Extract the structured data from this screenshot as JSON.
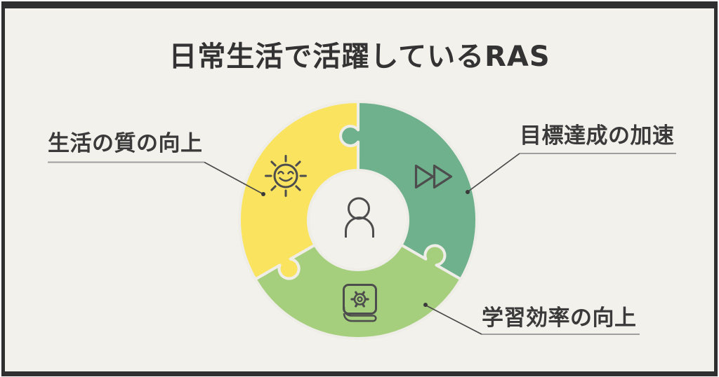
{
  "frame": {
    "border_color": "#2f2f2f",
    "background_color": "#f3f1ec"
  },
  "title": {
    "text": "日常生活で活躍しているRAS",
    "color": "#333333"
  },
  "puzzle": {
    "type": "3-piece-puzzle-ring",
    "center_icon": "person-outline",
    "icon_stroke_color": "#4d4d4d",
    "seam_color": "#eeede7",
    "pieces": [
      {
        "id": "quality-of-life",
        "label": "生活の質の向上",
        "icon": "smiling-sun-icon",
        "color": "#fae45f",
        "position": "top-left"
      },
      {
        "id": "goal-achievement",
        "label": "目標達成の加速",
        "icon": "fast-forward-icon",
        "color": "#6fb18c",
        "position": "right"
      },
      {
        "id": "learning-efficiency",
        "label": "学習効率の向上",
        "icon": "book-gear-icon",
        "color": "#a6cf7d",
        "position": "bottom"
      }
    ]
  },
  "annotations": {
    "underline_color": "#9e9e9e",
    "connector_color": "#4a4a4a",
    "dot_color": "#3a3a3a"
  }
}
